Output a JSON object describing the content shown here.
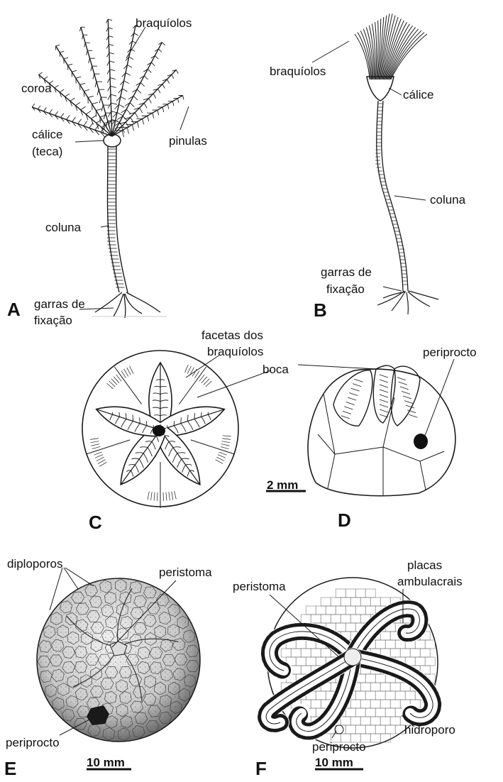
{
  "panels": {
    "A": {
      "letter": "A",
      "labels": {
        "braquiolos": "braquíolos",
        "coroa": "coroa",
        "calice_l1": "cálice",
        "calice_l2": "(teca)",
        "pinulas": "pinulas",
        "coluna": "coluna",
        "garras_l1": "garras de",
        "garras_l2": "fixação"
      }
    },
    "B": {
      "letter": "B",
      "labels": {
        "braquiolos": "braquíolos",
        "calice": "cálice",
        "coluna": "coluna",
        "garras_l1": "garras de",
        "garras_l2": "fixação"
      }
    },
    "C": {
      "letter": "C",
      "labels": {
        "facetas_l1": "facetas dos",
        "facetas_l2": "braquíolos",
        "boca": "boca"
      }
    },
    "D": {
      "letter": "D",
      "labels": {
        "periprocto": "periprocto"
      }
    },
    "CD_scale": "2 mm",
    "E": {
      "letter": "E",
      "labels": {
        "diploporos": "diploporos",
        "peristoma": "peristoma",
        "periprocto": "periprocto"
      },
      "scale": "10 mm"
    },
    "F": {
      "letter": "F",
      "labels": {
        "peristoma": "peristoma",
        "placas_l1": "placas",
        "placas_l2": "ambulacrais",
        "hidroporo": "hidroporo",
        "periprocto": "periprocto"
      },
      "scale": "10 mm"
    }
  }
}
